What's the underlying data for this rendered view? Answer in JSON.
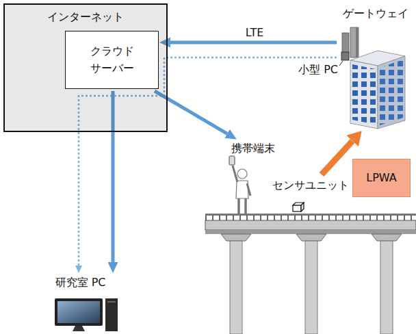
{
  "diagram": {
    "nodes": [
      {
        "text": [
          "インターネット"
        ]
      },
      {
        "text": [
          "クラウド サーバー"
        ],
        "in": 0
      },
      {
        "text": [
          "ゲートウェイ"
        ]
      },
      {
        "text": [
          "携帯端末"
        ]
      },
      {
        "text": [
          "LPWA"
        ]
      },
      {
        "text": [
          "センサユニット"
        ]
      },
      {
        "text": [
          "研究室 PC"
        ]
      }
    ],
    "edges": [
      {
        "from": 2,
        "to": 1,
        "arrow": "to",
        "label": "LTE"
      },
      {
        "from": 2,
        "to": 6,
        "arrow": "to"
      },
      {
        "from": 1,
        "to": 6,
        "arrow": "to"
      },
      {
        "from": 1,
        "to": 3,
        "arrow": "to"
      },
      {
        "from": 5,
        "to": 2,
        "arrow": "to"
      }
    ],
    "labels": [
      "小型 PC"
    ]
  }
}
